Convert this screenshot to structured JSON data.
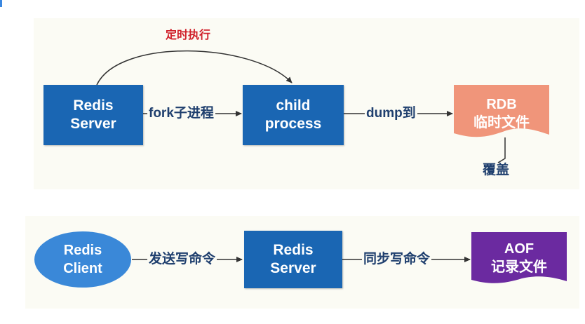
{
  "rdb_flow": {
    "server_line1": "Redis",
    "server_line2": "Server",
    "fork_label": "fork子进程",
    "child_line1": "child",
    "child_line2": "process",
    "dump_label": "dump到",
    "rdb_line1": "RDB",
    "rdb_line2": "临时文件",
    "schedule_label": "定时执行",
    "overwrite_label": "覆盖"
  },
  "aof_flow": {
    "client_line1": "Redis",
    "client_line2": "Client",
    "send_label": "发送写命令",
    "server_line1": "Redis",
    "server_line2": "Server",
    "sync_label": "同步写命令",
    "aof_line1": "AOF",
    "aof_line2": "记录文件"
  },
  "colors": {
    "box_blue": "#1a66b3",
    "ellipse_blue": "#3a88d8",
    "rdb_doc": "#f0957a",
    "aof_doc": "#6b2aa0",
    "label_text": "#1f3f6e",
    "schedule_text": "#d0202a",
    "panel_bg": "#fbfbf4"
  }
}
